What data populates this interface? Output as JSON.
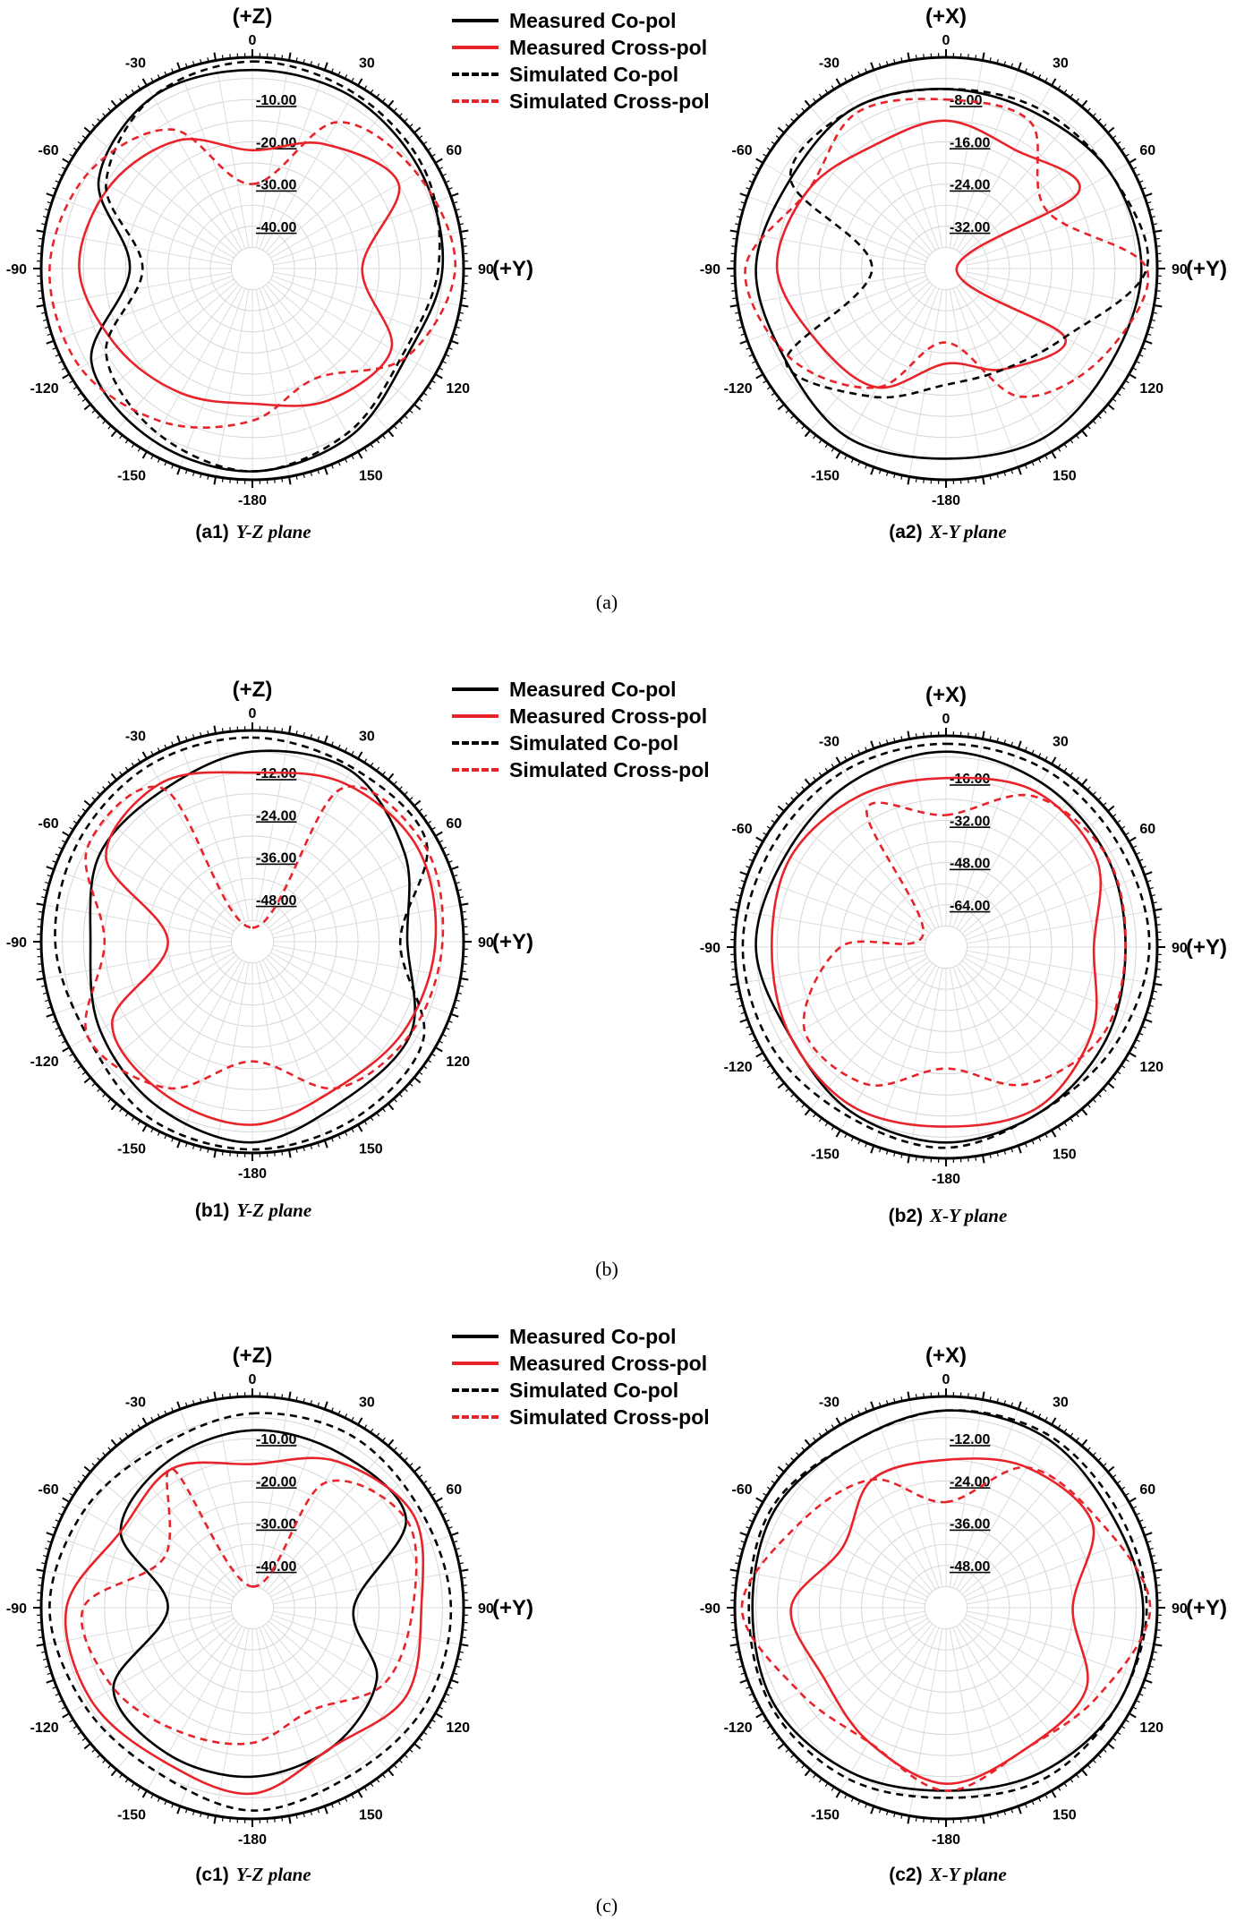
{
  "legend": {
    "items": [
      {
        "label": "Measured Co-pol",
        "color": "#000000",
        "style": "solid"
      },
      {
        "label": "Measured Cross-pol",
        "color": "#e8232a",
        "style": "solid"
      },
      {
        "label": "Simulated Co-pol",
        "color": "#000000",
        "style": "dashed"
      },
      {
        "label": "Simulated Cross-pol",
        "color": "#e8232a",
        "style": "dashed"
      }
    ]
  },
  "group_labels": [
    "(a)",
    "(b)",
    "(c)"
  ],
  "chart_data": [
    {
      "type": "polar",
      "id": "a1",
      "label": "(a1)",
      "plane": "Y-Z plane",
      "top_axis": "(+Z)",
      "right_axis": "(+Y)",
      "angle_ticks": [
        "0",
        "30",
        "60",
        "90",
        "120",
        "150",
        "-180",
        "-150",
        "-120",
        "-90",
        "-60",
        "-30"
      ],
      "radial_ticks": [
        "-10.00",
        "-20.00",
        "-30.00",
        "-40.00"
      ],
      "rmin": -50,
      "rmax": 0,
      "series": [
        {
          "name": "Measured Co-pol",
          "angles": [
            0,
            30,
            60,
            90,
            120,
            150,
            180,
            210,
            240,
            270,
            300,
            330
          ],
          "values": [
            -3,
            -3,
            -4,
            -5,
            -8,
            -4,
            -2,
            -3,
            -6,
            -21,
            -8,
            -3
          ]
        },
        {
          "name": "Measured Cross-pol",
          "angles": [
            0,
            30,
            60,
            90,
            120,
            150,
            180,
            210,
            240,
            270,
            300,
            330
          ],
          "values": [
            -22,
            -16,
            -10,
            -24,
            -12,
            -14,
            -18,
            -16,
            -13,
            -9,
            -11,
            -15
          ]
        },
        {
          "name": "Simulated Co-pol",
          "angles": [
            0,
            30,
            60,
            90,
            120,
            150,
            180,
            210,
            240,
            270,
            300,
            330
          ],
          "values": [
            -1,
            -2,
            -3,
            -6,
            -9,
            -5,
            -2,
            -5,
            -10,
            -24,
            -10,
            -3
          ]
        },
        {
          "name": "Simulated Cross-pol",
          "angles": [
            0,
            30,
            60,
            90,
            120,
            150,
            180,
            210,
            240,
            270,
            300,
            330
          ],
          "values": [
            -30,
            -10,
            -5,
            -2,
            -8,
            -20,
            -14,
            -8,
            -3,
            -2,
            -5,
            -12
          ]
        }
      ]
    },
    {
      "type": "polar",
      "id": "a2",
      "label": "(a2)",
      "plane": "X-Y plane",
      "top_axis": "(+X)",
      "right_axis": "(+Y)",
      "angle_ticks": [
        "0",
        "30",
        "60",
        "90",
        "120",
        "150",
        "-180",
        "-150",
        "-120",
        "-90",
        "-60",
        "-30"
      ],
      "radial_ticks": [
        "-8.00",
        "-16.00",
        "-24.00",
        "-32.00"
      ],
      "rmin": -40,
      "rmax": 0,
      "series": [
        {
          "name": "Measured Co-pol",
          "angles": [
            0,
            30,
            60,
            90,
            120,
            150,
            180,
            210,
            240,
            270,
            300,
            330
          ],
          "values": [
            -6,
            -6,
            -4,
            -3,
            -4,
            -3,
            -4,
            -3,
            -5,
            -4,
            -6,
            -5
          ]
        },
        {
          "name": "Measured Cross-pol",
          "angles": [
            0,
            30,
            60,
            90,
            120,
            150,
            180,
            210,
            240,
            270,
            300,
            330
          ],
          "values": [
            -12,
            -14,
            -11,
            -38,
            -14,
            -18,
            -22,
            -14,
            -12,
            -8,
            -10,
            -13
          ]
        },
        {
          "name": "Simulated Co-pol",
          "angles": [
            0,
            30,
            60,
            90,
            120,
            150,
            180,
            210,
            240,
            270,
            300,
            330
          ],
          "values": [
            -6,
            -5,
            -4,
            -2,
            -14,
            -18,
            -18,
            -12,
            -5,
            -26,
            -6,
            -5
          ]
        },
        {
          "name": "Simulated Cross-pol",
          "angles": [
            0,
            30,
            60,
            90,
            120,
            150,
            180,
            210,
            240,
            270,
            300,
            330
          ],
          "values": [
            -8,
            -8,
            -18,
            -2,
            -6,
            -12,
            -26,
            -14,
            -6,
            -2,
            -10,
            -6
          ]
        }
      ]
    },
    {
      "type": "polar",
      "id": "b1",
      "label": "(b1)",
      "plane": "Y-Z plane",
      "top_axis": "(+Z)",
      "right_axis": "(+Y)",
      "angle_ticks": [
        "0",
        "30",
        "60",
        "90",
        "120",
        "150",
        "-180",
        "-150",
        "-120",
        "-90",
        "-60",
        "-30"
      ],
      "radial_ticks": [
        "-12.00",
        "-24.00",
        "-36.00",
        "-48.00"
      ],
      "rmin": -60,
      "rmax": 0,
      "series": [
        {
          "name": "Measured Co-pol",
          "angles": [
            0,
            30,
            60,
            90,
            120,
            150,
            180,
            210,
            240,
            270,
            300,
            330
          ],
          "values": [
            -6,
            -4,
            -10,
            -16,
            -8,
            -8,
            -3,
            -6,
            -10,
            -14,
            -10,
            -10
          ]
        },
        {
          "name": "Measured Cross-pol",
          "angles": [
            0,
            30,
            60,
            90,
            120,
            150,
            180,
            210,
            240,
            270,
            300,
            330
          ],
          "values": [
            -12,
            -8,
            -6,
            -8,
            -10,
            -12,
            -8,
            -10,
            -14,
            -36,
            -12,
            -8
          ]
        },
        {
          "name": "Simulated Co-pol",
          "angles": [
            0,
            30,
            60,
            90,
            120,
            150,
            180,
            210,
            240,
            270,
            300,
            330
          ],
          "values": [
            -2,
            -3,
            -3,
            -18,
            -4,
            -2,
            -1,
            -2,
            -6,
            -4,
            -3,
            -2
          ]
        },
        {
          "name": "Simulated Cross-pol",
          "angles": [
            0,
            30,
            60,
            90,
            120,
            150,
            180,
            210,
            240,
            270,
            300,
            330
          ],
          "values": [
            -56,
            -10,
            -4,
            -6,
            -8,
            -12,
            -26,
            -12,
            -6,
            -18,
            -6,
            -10
          ]
        }
      ]
    },
    {
      "type": "polar",
      "id": "b2",
      "label": "(b2)",
      "plane": "X-Y plane",
      "top_axis": "(+X)",
      "right_axis": "(+Y)",
      "angle_ticks": [
        "0",
        "30",
        "60",
        "90",
        "120",
        "150",
        "-180",
        "-150",
        "-120",
        "-90",
        "-60",
        "-30"
      ],
      "radial_ticks": [
        "-16.00",
        "-32.00",
        "-48.00",
        "-64.00"
      ],
      "rmin": -80,
      "rmax": 0,
      "series": [
        {
          "name": "Measured Co-pol",
          "angles": [
            0,
            30,
            60,
            90,
            120,
            150,
            180,
            210,
            240,
            270,
            300,
            330
          ],
          "values": [
            -6,
            -8,
            -10,
            -12,
            -10,
            -8,
            -6,
            -8,
            -12,
            -8,
            -10,
            -8
          ]
        },
        {
          "name": "Measured Cross-pol",
          "angles": [
            0,
            30,
            60,
            90,
            120,
            150,
            180,
            210,
            240,
            270,
            300,
            330
          ],
          "values": [
            -16,
            -12,
            -14,
            -24,
            -16,
            -10,
            -12,
            -10,
            -12,
            -14,
            -12,
            -14
          ]
        },
        {
          "name": "Simulated Co-pol",
          "angles": [
            0,
            30,
            60,
            90,
            120,
            150,
            180,
            210,
            240,
            270,
            300,
            330
          ],
          "values": [
            -3,
            -3,
            -4,
            -3,
            -6,
            -8,
            -4,
            -6,
            -4,
            -3,
            -4,
            -3
          ]
        },
        {
          "name": "Simulated Cross-pol",
          "angles": [
            0,
            30,
            60,
            90,
            120,
            150,
            180,
            210,
            240,
            270,
            300,
            330
          ],
          "values": [
            -30,
            -14,
            -10,
            -12,
            -12,
            -20,
            -34,
            -20,
            -18,
            -40,
            -70,
            -20
          ]
        }
      ]
    },
    {
      "type": "polar",
      "id": "c1",
      "label": "(c1)",
      "plane": "Y-Z plane",
      "top_axis": "(+Z)",
      "right_axis": "(+Y)",
      "angle_ticks": [
        "0",
        "30",
        "60",
        "90",
        "120",
        "150",
        "-180",
        "-150",
        "-120",
        "-90",
        "-60",
        "-30"
      ],
      "radial_ticks": [
        "-10.00",
        "-20.00",
        "-30.00",
        "-40.00"
      ],
      "rmin": -50,
      "rmax": 0,
      "series": [
        {
          "name": "Measured Co-pol",
          "angles": [
            0,
            30,
            60,
            90,
            120,
            150,
            180,
            210,
            240,
            270,
            300,
            330
          ],
          "values": [
            -8,
            -8,
            -8,
            -26,
            -16,
            -12,
            -10,
            -10,
            -12,
            -30,
            -14,
            -10
          ]
        },
        {
          "name": "Measured Cross-pol",
          "angles": [
            0,
            30,
            60,
            90,
            120,
            150,
            180,
            210,
            240,
            270,
            300,
            330
          ],
          "values": [
            -16,
            -10,
            -6,
            -10,
            -8,
            -12,
            -6,
            -8,
            -6,
            -6,
            -14,
            -12
          ]
        },
        {
          "name": "Simulated Co-pol",
          "angles": [
            0,
            30,
            60,
            90,
            120,
            150,
            180,
            210,
            240,
            270,
            300,
            330
          ],
          "values": [
            -4,
            -3,
            -4,
            -3,
            -3,
            -4,
            -2,
            -5,
            -4,
            -2,
            -4,
            -6
          ]
        },
        {
          "name": "Simulated Cross-pol",
          "angles": [
            0,
            30,
            60,
            90,
            120,
            150,
            180,
            210,
            240,
            270,
            300,
            330
          ],
          "values": [
            -45,
            -16,
            -8,
            -12,
            -14,
            -22,
            -18,
            -16,
            -12,
            -10,
            -26,
            -12
          ]
        }
      ]
    },
    {
      "type": "polar",
      "id": "c2",
      "label": "(c2)",
      "plane": "X-Y plane",
      "top_axis": "(+X)",
      "right_axis": "(+Y)",
      "angle_ticks": [
        "0",
        "30",
        "60",
        "90",
        "120",
        "150",
        "-180",
        "-150",
        "-120",
        "-90",
        "-60",
        "-30"
      ],
      "radial_ticks": [
        "-12.00",
        "-24.00",
        "-36.00",
        "-48.00"
      ],
      "rmin": -60,
      "rmax": 0,
      "series": [
        {
          "name": "Measured Co-pol",
          "angles": [
            0,
            30,
            60,
            90,
            120,
            150,
            180,
            210,
            240,
            270,
            300,
            330
          ],
          "values": [
            -4,
            -4,
            -6,
            -4,
            -4,
            -6,
            -8,
            -6,
            -4,
            -5,
            -4,
            -6
          ]
        },
        {
          "name": "Measured Cross-pol",
          "angles": [
            0,
            30,
            60,
            90,
            120,
            150,
            180,
            210,
            240,
            270,
            300,
            330
          ],
          "values": [
            -18,
            -14,
            -12,
            -24,
            -14,
            -14,
            -10,
            -16,
            -20,
            -16,
            -26,
            -18
          ]
        },
        {
          "name": "Simulated Co-pol",
          "angles": [
            0,
            30,
            60,
            90,
            120,
            150,
            180,
            210,
            240,
            270,
            300,
            330
          ],
          "values": [
            -4,
            -3,
            -4,
            -3,
            -4,
            -4,
            -6,
            -4,
            -3,
            -4,
            -3,
            -6
          ]
        },
        {
          "name": "Simulated Cross-pol",
          "angles": [
            0,
            30,
            60,
            90,
            120,
            150,
            180,
            210,
            240,
            270,
            300,
            330
          ],
          "values": [
            -30,
            -14,
            -10,
            -2,
            -10,
            -14,
            -8,
            -16,
            -12,
            -2,
            -12,
            -18
          ]
        }
      ]
    }
  ]
}
